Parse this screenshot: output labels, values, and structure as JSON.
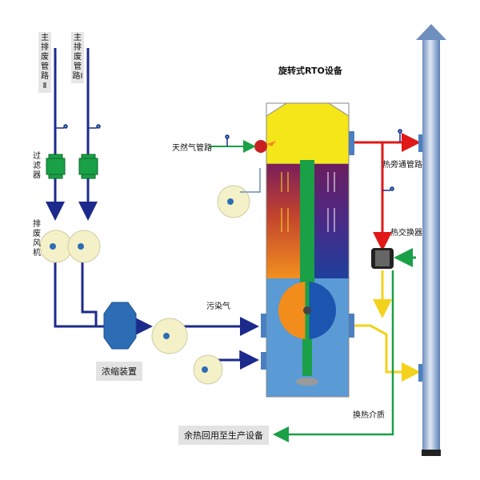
{
  "labels": {
    "pipe1": "主排废管路Ⅱ",
    "pipe2": "主排废管路Ⅰ",
    "filter": "过滤器",
    "fan": "排废风机",
    "concentrator": "浓缩装置",
    "pollutant": "污染气",
    "title": "旋转式RTO设备",
    "natural_gas": "天然气管路",
    "bypass": "热旁通管路",
    "heat_exchanger": "热交换器",
    "heat_medium": "换热介质",
    "waste_heat": "余热回用至生产设备"
  },
  "colors": {
    "exhaust_pipe": "#1c2a8c",
    "hot_gas": "#e01818",
    "clean_air": "#1aa046",
    "medium": "#f3e51c",
    "chamber_top": "#f5e61a",
    "chamber_bottom": "#5a9ad5",
    "rotor_orange": "#f28c1a",
    "rotor_blue": "#1b55b0",
    "fan": "#f4f1c8",
    "concentrator": "#2d6db5",
    "stack": "#8fa9cc"
  }
}
